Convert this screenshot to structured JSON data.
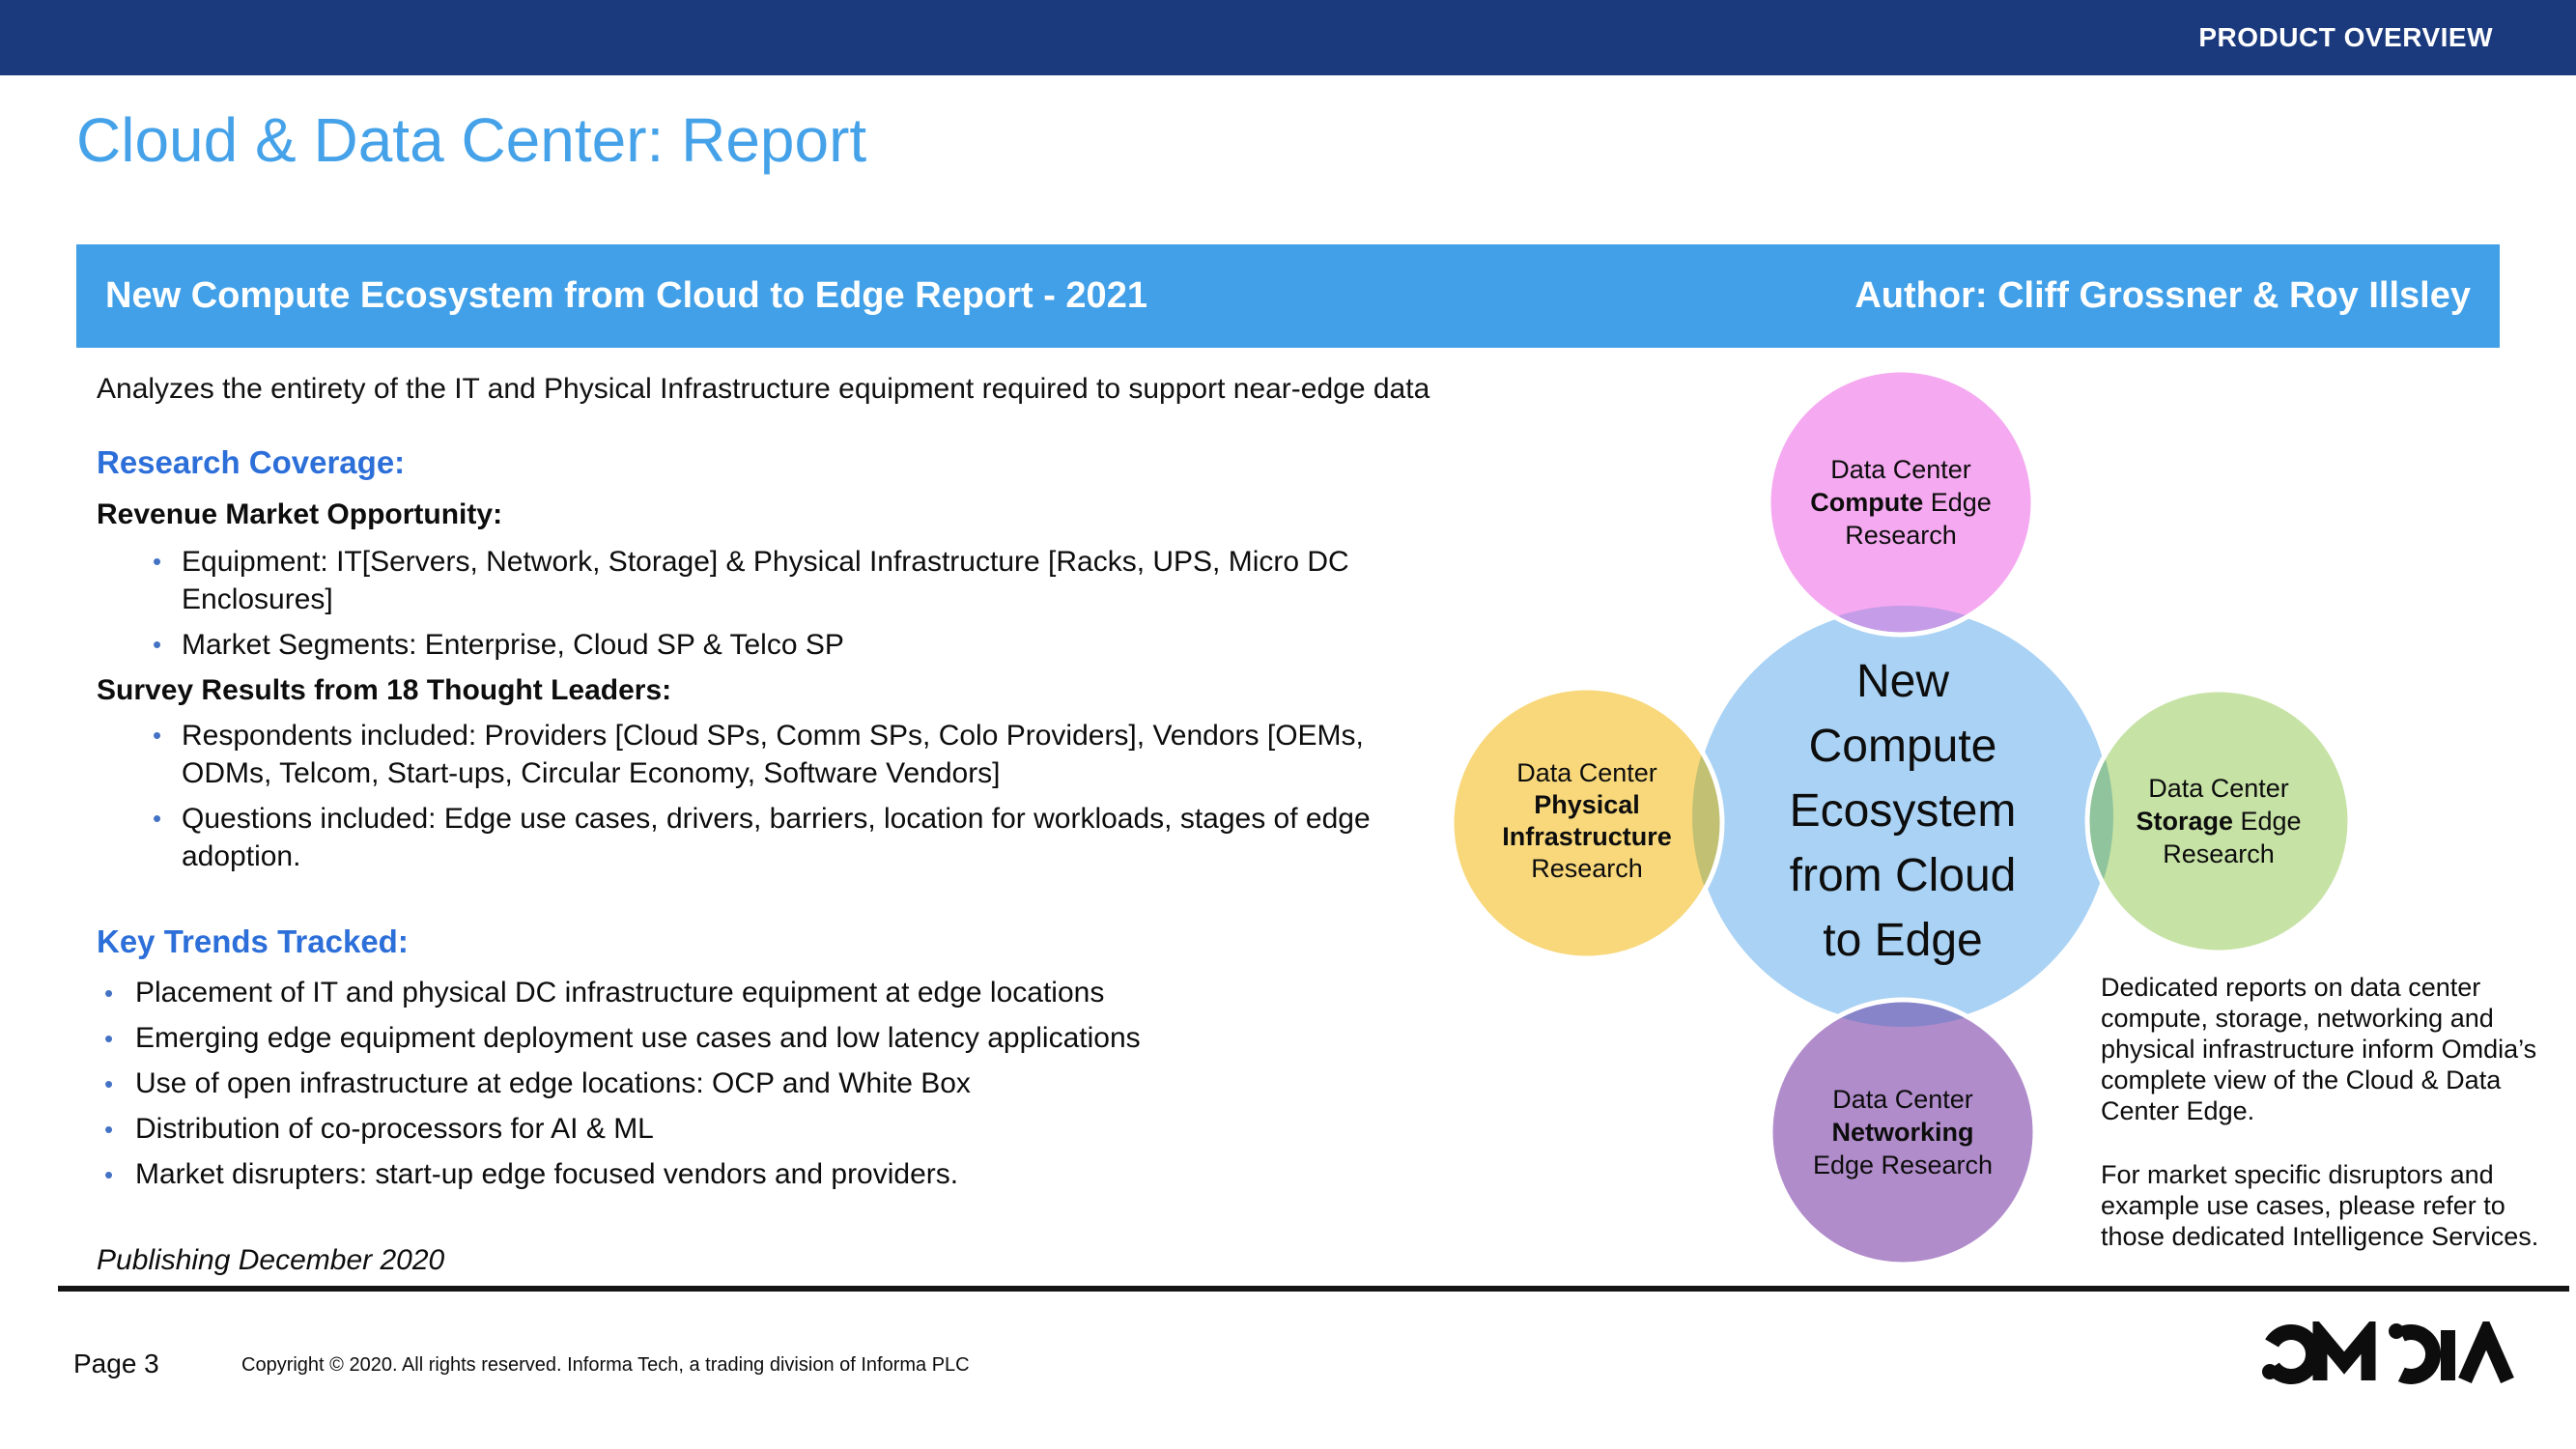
{
  "header": {
    "label": "PRODUCT OVERVIEW"
  },
  "page_title": "Cloud & Data Center: Report",
  "banner": {
    "title": "New Compute Ecosystem from Cloud to Edge Report - 2021",
    "author": "Author: Cliff Grossner & Roy Illsley"
  },
  "intro": "Analyzes the entirety of the IT and Physical Infrastructure equipment required to support near-edge data",
  "icons": {
    "bullet": "•"
  },
  "research_coverage": {
    "heading": "Research Coverage:",
    "revenue_heading": "Revenue Market Opportunity:",
    "revenue_bullets": [
      "Equipment: IT[Servers, Network, Storage] & Physical Infrastructure [Racks, UPS, Micro DC Enclosures]",
      "Market Segments: Enterprise, Cloud SP &  Telco SP"
    ],
    "survey_heading": "Survey Results from 18 Thought Leaders:",
    "survey_bullets": [
      "Respondents included: Providers [Cloud SPs, Comm SPs, Colo Providers], Vendors [OEMs, ODMs, Telcom, Start-ups, Circular Economy, Software Vendors]",
      "Questions included: Edge use cases, drivers, barriers, location for workloads, stages of edge adoption."
    ]
  },
  "key_trends": {
    "heading": "Key Trends Tracked:",
    "bullets": [
      "Placement of IT and physical DC infrastructure equipment at edge locations",
      "Emerging edge equipment deployment use cases and low latency applications",
      "Use of open infrastructure at edge locations: OCP and White Box",
      "Distribution of co-processors for AI & ML",
      "Market disrupters: start-up edge focused vendors and providers."
    ]
  },
  "publishing": "Publishing December 2020",
  "diagram": {
    "center": {
      "text": "New\nCompute\nEcosystem\nfrom Cloud\nto Edge",
      "color": "#a9d2f4"
    },
    "top": {
      "line1": "Data Center",
      "bold": "Compute",
      "rest": " Edge",
      "line3": "Research",
      "color": "#f5a9f0",
      "blend": "#c59ce8"
    },
    "left": {
      "line1": "Data Center",
      "bold2": "Physical",
      "bold3": "Infrastructure",
      "line4": "Research",
      "color": "#f8d87b",
      "blend": "#c2c073"
    },
    "right": {
      "line1": "Data Center",
      "bold": "Storage",
      "rest": " Edge",
      "line3": "Research",
      "color": "#c6e2a5",
      "blend": "#90c49c"
    },
    "bottom": {
      "line1": "Data Center",
      "bold": "Networking",
      "line3": "Edge Research",
      "color": "#b18ccb",
      "blend": "#8784c9"
    }
  },
  "side_notes": [
    "Dedicated reports on data center compute, storage, networking and physical infrastructure inform Omdia’s complete view of the Cloud & Data Center Edge.",
    "For market specific disruptors and example use cases, please refer to those dedicated Intelligence Services."
  ],
  "footer": {
    "page": "Page 3",
    "copyright": "Copyright © 2020. All rights reserved. Informa Tech, a trading division of Informa PLC",
    "logo": "OMDIA"
  }
}
